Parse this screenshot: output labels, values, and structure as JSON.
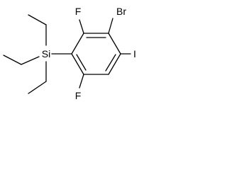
{
  "molecule": {
    "atoms": {
      "silicon": "Si",
      "bromine": "Br",
      "iodine": "I",
      "fluorine_top": "F",
      "fluorine_bottom": "F"
    },
    "colors": {
      "bond": "#000000",
      "label": "#000000",
      "background": "#ffffff"
    }
  }
}
